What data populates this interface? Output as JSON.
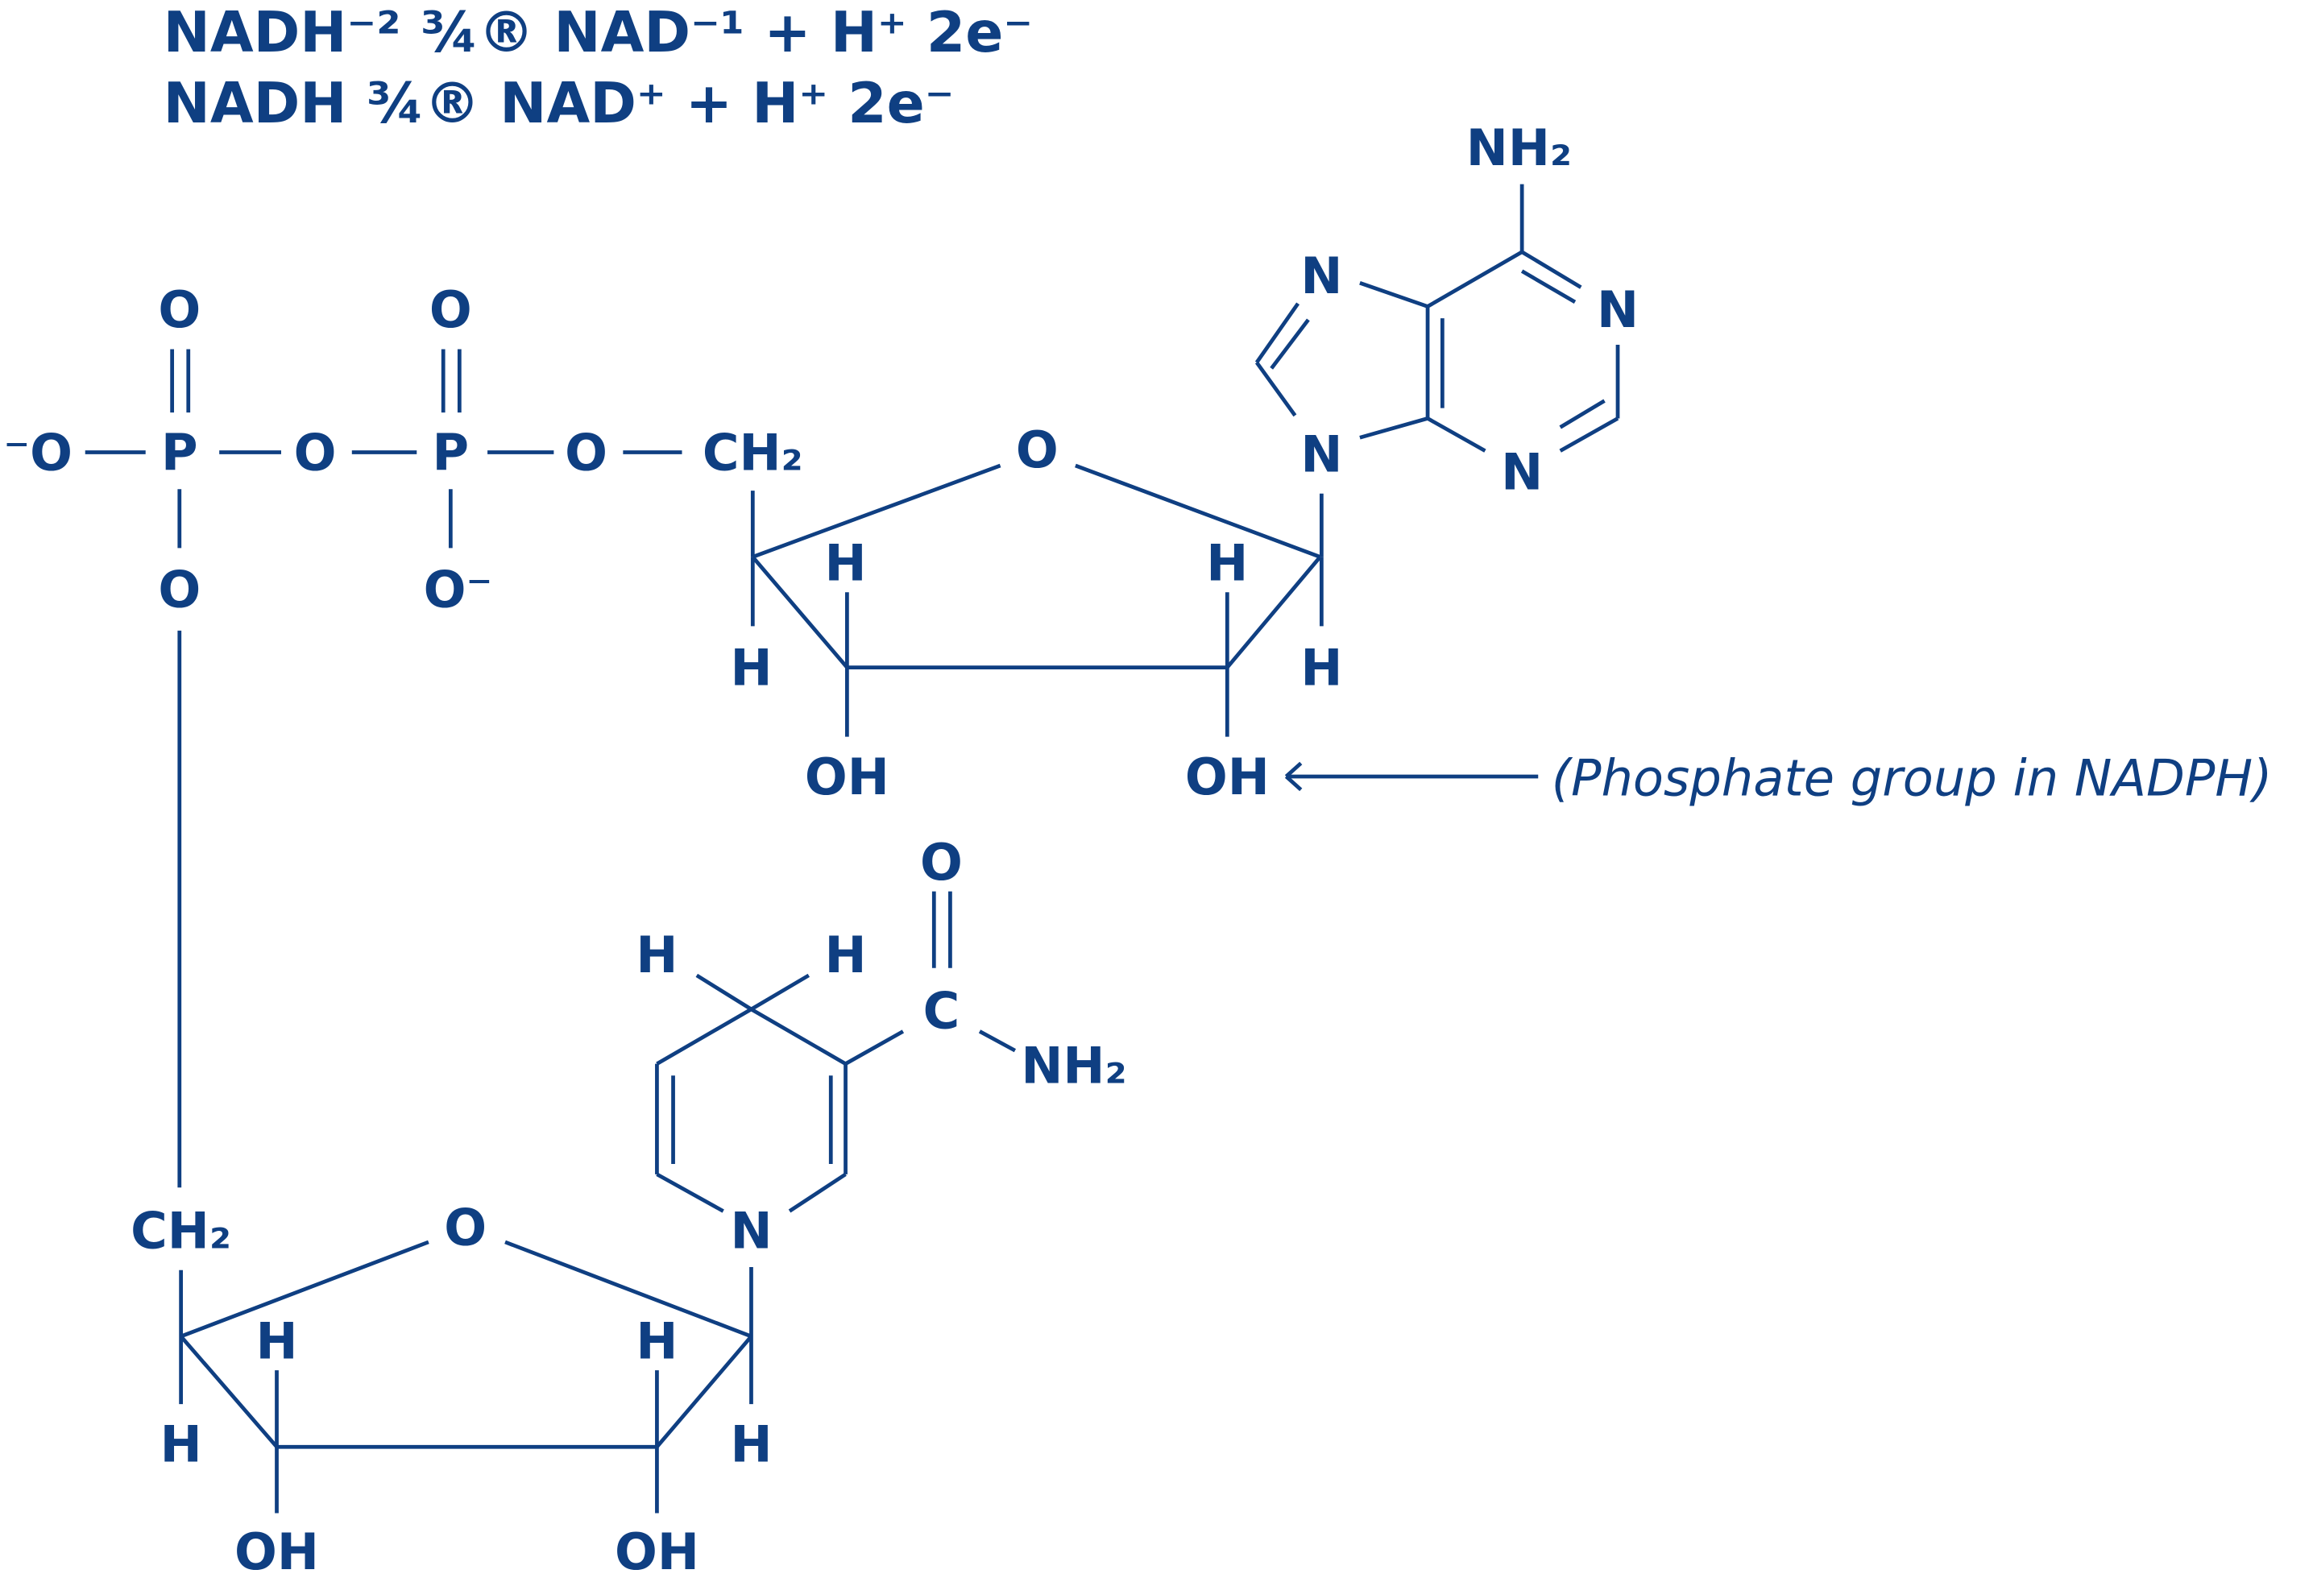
{
  "equations": [
    "NADH⁻² ¾® NAD⁻¹ + H⁺ 2e⁻",
    "NADH ¾® NAD⁺ + H⁺ 2e⁻"
  ],
  "atoms": [
    "⁻O",
    "P",
    "O",
    "P",
    "O",
    "CH₂",
    "O",
    "O",
    "O",
    "O⁻",
    "O",
    "N",
    "N",
    "N",
    "N",
    "NH₂",
    "H",
    "H",
    "H",
    "H",
    "OH",
    "OH",
    "O",
    "H",
    "H",
    "C",
    "NH₂",
    "CH₂",
    "O",
    "N",
    "H",
    "H",
    "H",
    "H",
    "OH",
    "OH"
  ],
  "annotation": "(Phosphate group in NADPH)",
  "color": "#0f3f82"
}
